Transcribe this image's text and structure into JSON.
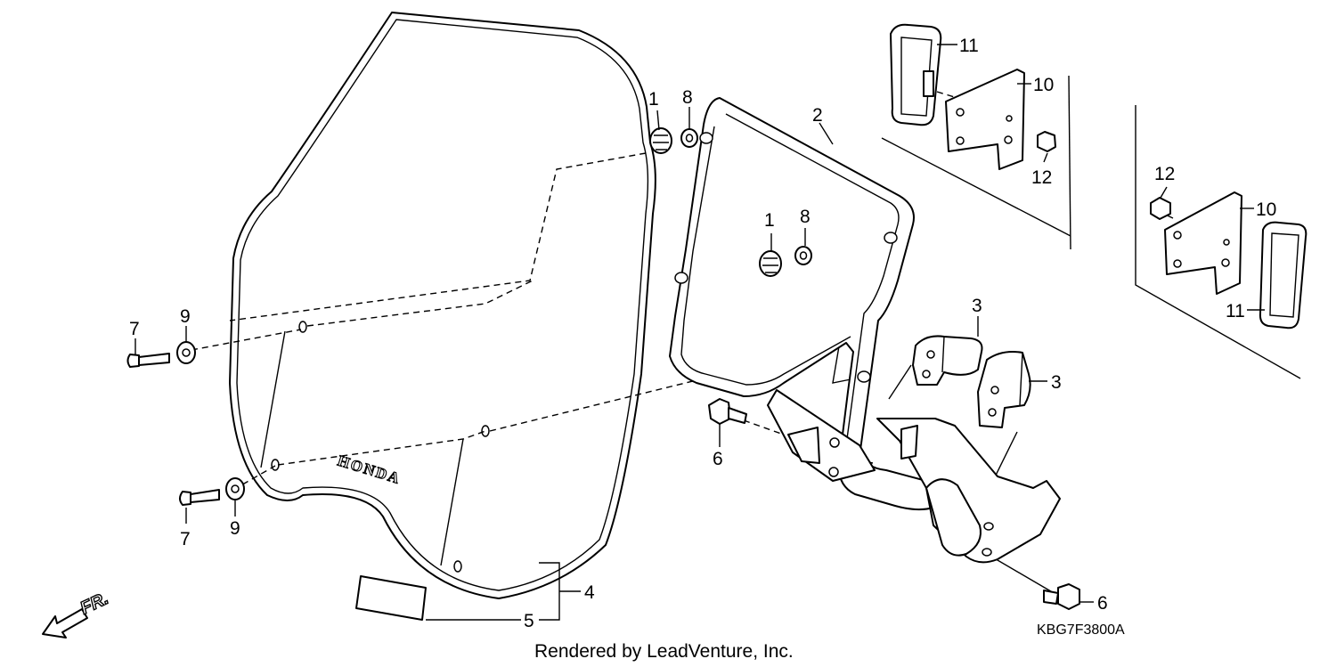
{
  "callouts": {
    "p1a": "1",
    "p8a": "8",
    "p2": "2",
    "p11a": "11",
    "p10a": "10",
    "p12a": "12",
    "p12b": "12",
    "p10b": "10",
    "p11b": "11",
    "p1b": "1",
    "p8b": "8",
    "p7a": "7",
    "p9a": "9",
    "p3a": "3",
    "p3b": "3",
    "p6a": "6",
    "p7b": "7",
    "p9b": "9",
    "p4": "4",
    "p5": "5",
    "p6b": "6"
  },
  "screen_brand": "HONDA",
  "direction_label": "FR.",
  "diagram_code": "KBG7F3800A",
  "footer": "Rendered by LeadVenture, Inc."
}
